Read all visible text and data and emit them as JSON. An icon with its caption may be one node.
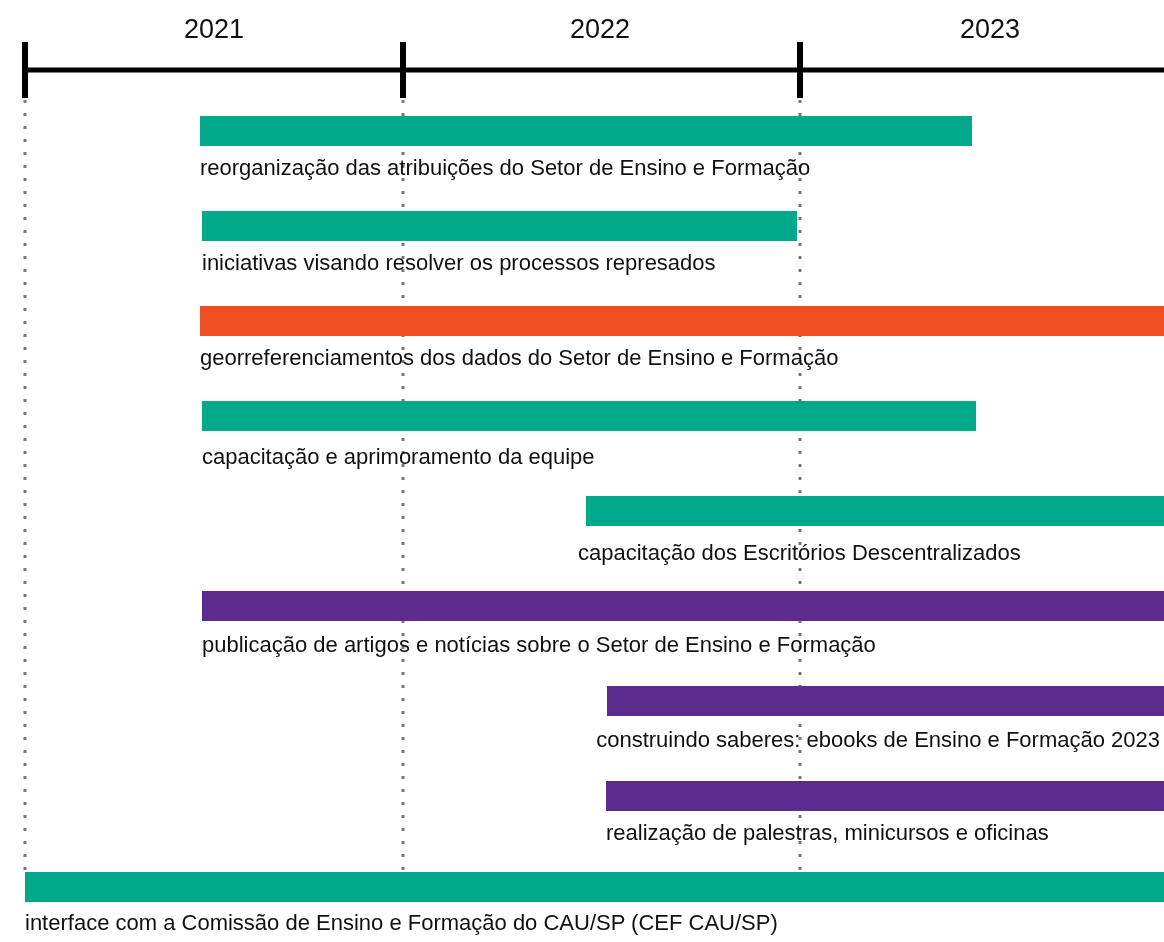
{
  "diagram": {
    "nodes": [
      {
        "text": [],
        "shape": "bar",
        "beside": [
          "reorganização das atribuições do Setor de Ensino e Formação"
        ]
      },
      {
        "text": [],
        "shape": "bar",
        "beside": [
          "iniciativas visando resolver os processos represados"
        ]
      },
      {
        "text": [],
        "shape": "bar",
        "beside": [
          "georreferenciamentos dos dados do Setor de Ensino e Formação"
        ]
      },
      {
        "text": [],
        "shape": "bar",
        "beside": [
          "capacitação e aprimoramento da equipe"
        ]
      },
      {
        "text": [],
        "shape": "bar",
        "beside": [
          "capacitação dos Escritórios Descentralizados"
        ]
      },
      {
        "text": [],
        "shape": "bar",
        "beside": [
          "publicação de artigos e notícias sobre o Setor de Ensino e Formação"
        ]
      },
      {
        "text": [],
        "shape": "bar",
        "beside": [
          "construindo saberes: ebooks de Ensino e Formação 2023"
        ]
      },
      {
        "text": [],
        "shape": "bar",
        "beside": [
          "realização de palestras, minicursos e oficinas"
        ]
      },
      {
        "text": [],
        "shape": "bar",
        "beside": [
          "interface com a Comissão de Ensino e Formação do CAU/SP (CEF CAU/SP)"
        ]
      }
    ],
    "edges": [],
    "labels": [
      "2021",
      "2022",
      "2023"
    ]
  }
}
